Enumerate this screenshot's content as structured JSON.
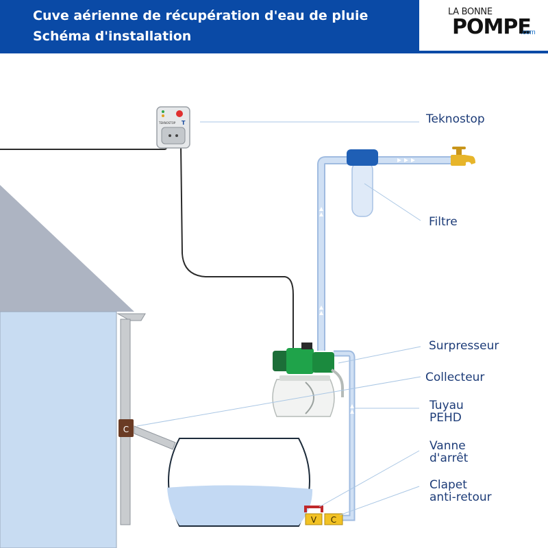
{
  "header": {
    "title_line1": "Cuve aérienne de récupération d'eau de pluie",
    "title_line2": "Schéma d'installation",
    "background": "#0a4aa6"
  },
  "logo": {
    "top": "LA BONNE",
    "main": "POMPE",
    "suffix": ".com",
    "accent": "#1b72c9"
  },
  "labels": {
    "teknostop": "Teknostop",
    "filtre": "Filtre",
    "surpresseur": "Surpresseur",
    "collecteur": "Collecteur",
    "tuyau_1": "Tuyau",
    "tuyau_2": "PEHD",
    "vanne_1": "Vanne",
    "vanne_2": "d'arrêt",
    "clapet_1": "Clapet",
    "clapet_2": "anti-retour"
  },
  "markers": {
    "collecteur": "C",
    "vanne": "V",
    "clapet": "C"
  },
  "teknostop_device": {
    "brand": "TEKNOSTOP",
    "badge": "T"
  },
  "colors": {
    "label_text": "#1d3c78",
    "pipe": "#bcd3ee",
    "pipe_arrow": "#ffffff",
    "house_wall": "#c8dcf2",
    "house_roof": "#adb4c2",
    "tank_water": "#c3d9f3",
    "filter_cap": "#1f5fb5",
    "faucet": "#e7b52a",
    "pump_green": "#1fa34a",
    "valve_yellow": "#f2c224",
    "collector_brown": "#6a3b24"
  }
}
